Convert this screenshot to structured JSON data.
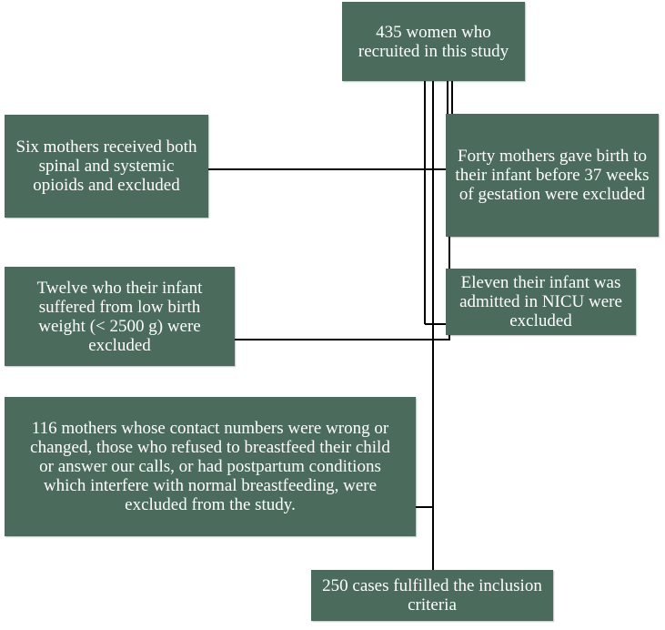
{
  "colors": {
    "box_fill": "#4b6b5c",
    "box_text": "#ffffff",
    "connector": "#000000"
  },
  "boxes": {
    "recruited": "435 women who\nrecruited in this study",
    "spinal": "Six mothers received both\nspinal and systemic\nopioids and excluded",
    "preterm": "Forty mothers gave birth to\ntheir infant before 37 weeks\nof gestation were excluded",
    "low_birth_weight": "Twelve who their infant\nsuffered from low birth\nweight (< 2500 g) were\nexcluded",
    "nicu": "Eleven their infant was\nadmitted in NICU were\nexcluded",
    "contact": "116 mothers whose contact numbers were wrong or\nchanged, those who refused to breastfeed their child\nor answer our calls, or had postpartum conditions\nwhich interfere with normal breastfeeding, were\nexcluded from the study.",
    "final": "250 cases fulfilled the inclusion\ncriteria"
  }
}
